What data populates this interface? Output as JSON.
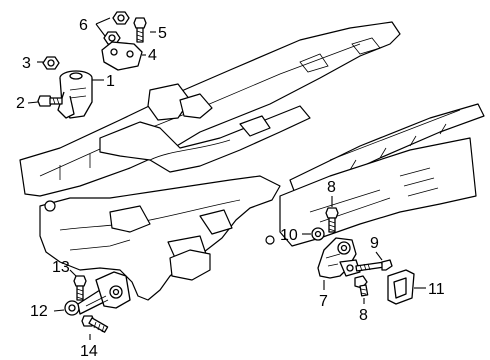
{
  "diagram": {
    "callouts": [
      {
        "id": "6",
        "label": "6"
      },
      {
        "id": "5",
        "label": "5"
      },
      {
        "id": "4",
        "label": "4"
      },
      {
        "id": "3",
        "label": "3"
      },
      {
        "id": "1",
        "label": "1"
      },
      {
        "id": "2",
        "label": "2"
      },
      {
        "id": "8a",
        "label": "8"
      },
      {
        "id": "10",
        "label": "10"
      },
      {
        "id": "9",
        "label": "9"
      },
      {
        "id": "7",
        "label": "7"
      },
      {
        "id": "8b",
        "label": "8"
      },
      {
        "id": "11",
        "label": "11"
      },
      {
        "id": "13",
        "label": "13"
      },
      {
        "id": "12",
        "label": "12"
      },
      {
        "id": "14",
        "label": "14"
      }
    ]
  }
}
